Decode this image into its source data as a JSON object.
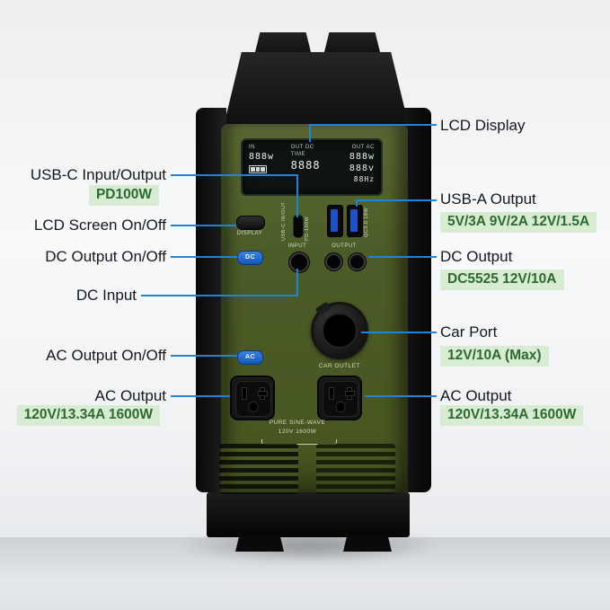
{
  "annotations": {
    "left": [
      {
        "label": "USB-C Input/Output",
        "badge": "PD100W"
      },
      {
        "label": "LCD Screen On/Off"
      },
      {
        "label": "DC Output On/Off"
      },
      {
        "label": "DC Input"
      },
      {
        "label": "AC Output On/Off"
      },
      {
        "label": "AC Output",
        "badge": "120V/13.34A 1600W"
      }
    ],
    "right": [
      {
        "label": "LCD Display"
      },
      {
        "label": "USB-A Output",
        "badge": "5V/3A 9V/2A 12V/1.5A"
      },
      {
        "label": "DC Output",
        "badge": "DC5525 12V/10A"
      },
      {
        "label": "Car Port",
        "badge": "12V/10A (Max)"
      },
      {
        "label": "AC Output",
        "badge": "120V/13.34A 1600W"
      }
    ]
  },
  "device": {
    "lcd": {
      "in_label": "IN",
      "in_value": "888w",
      "out_dc_label": "OUT DC",
      "time_label": "TIME",
      "dc_value": "8888",
      "out_ac_label": "OUT AC",
      "ac_watts": "888w",
      "ac_volts": "888v",
      "ac_hertz": "88Hz"
    },
    "display_button_label": "DISPLAY",
    "usbc_line1": "USB-C",
    "usbc_line2": "IN/OUT",
    "usbc_pd_label": "PD-100W",
    "usba_qc_label": "QC3.0 18W",
    "dc_button_label": "DC",
    "input_label": "INPUT",
    "output_label": "OUTPUT",
    "car_outlet_label": "CAR OUTLET",
    "ac_button_label": "AC",
    "sine_line1": "PURE SINE-WAVE",
    "sine_line2": "120V 1600W"
  },
  "colors": {
    "callout_blue": "#1f83d9",
    "badge_bg": "#d7ecd3",
    "badge_text": "#2d6a2f",
    "panel_green": "#4c5c26"
  }
}
